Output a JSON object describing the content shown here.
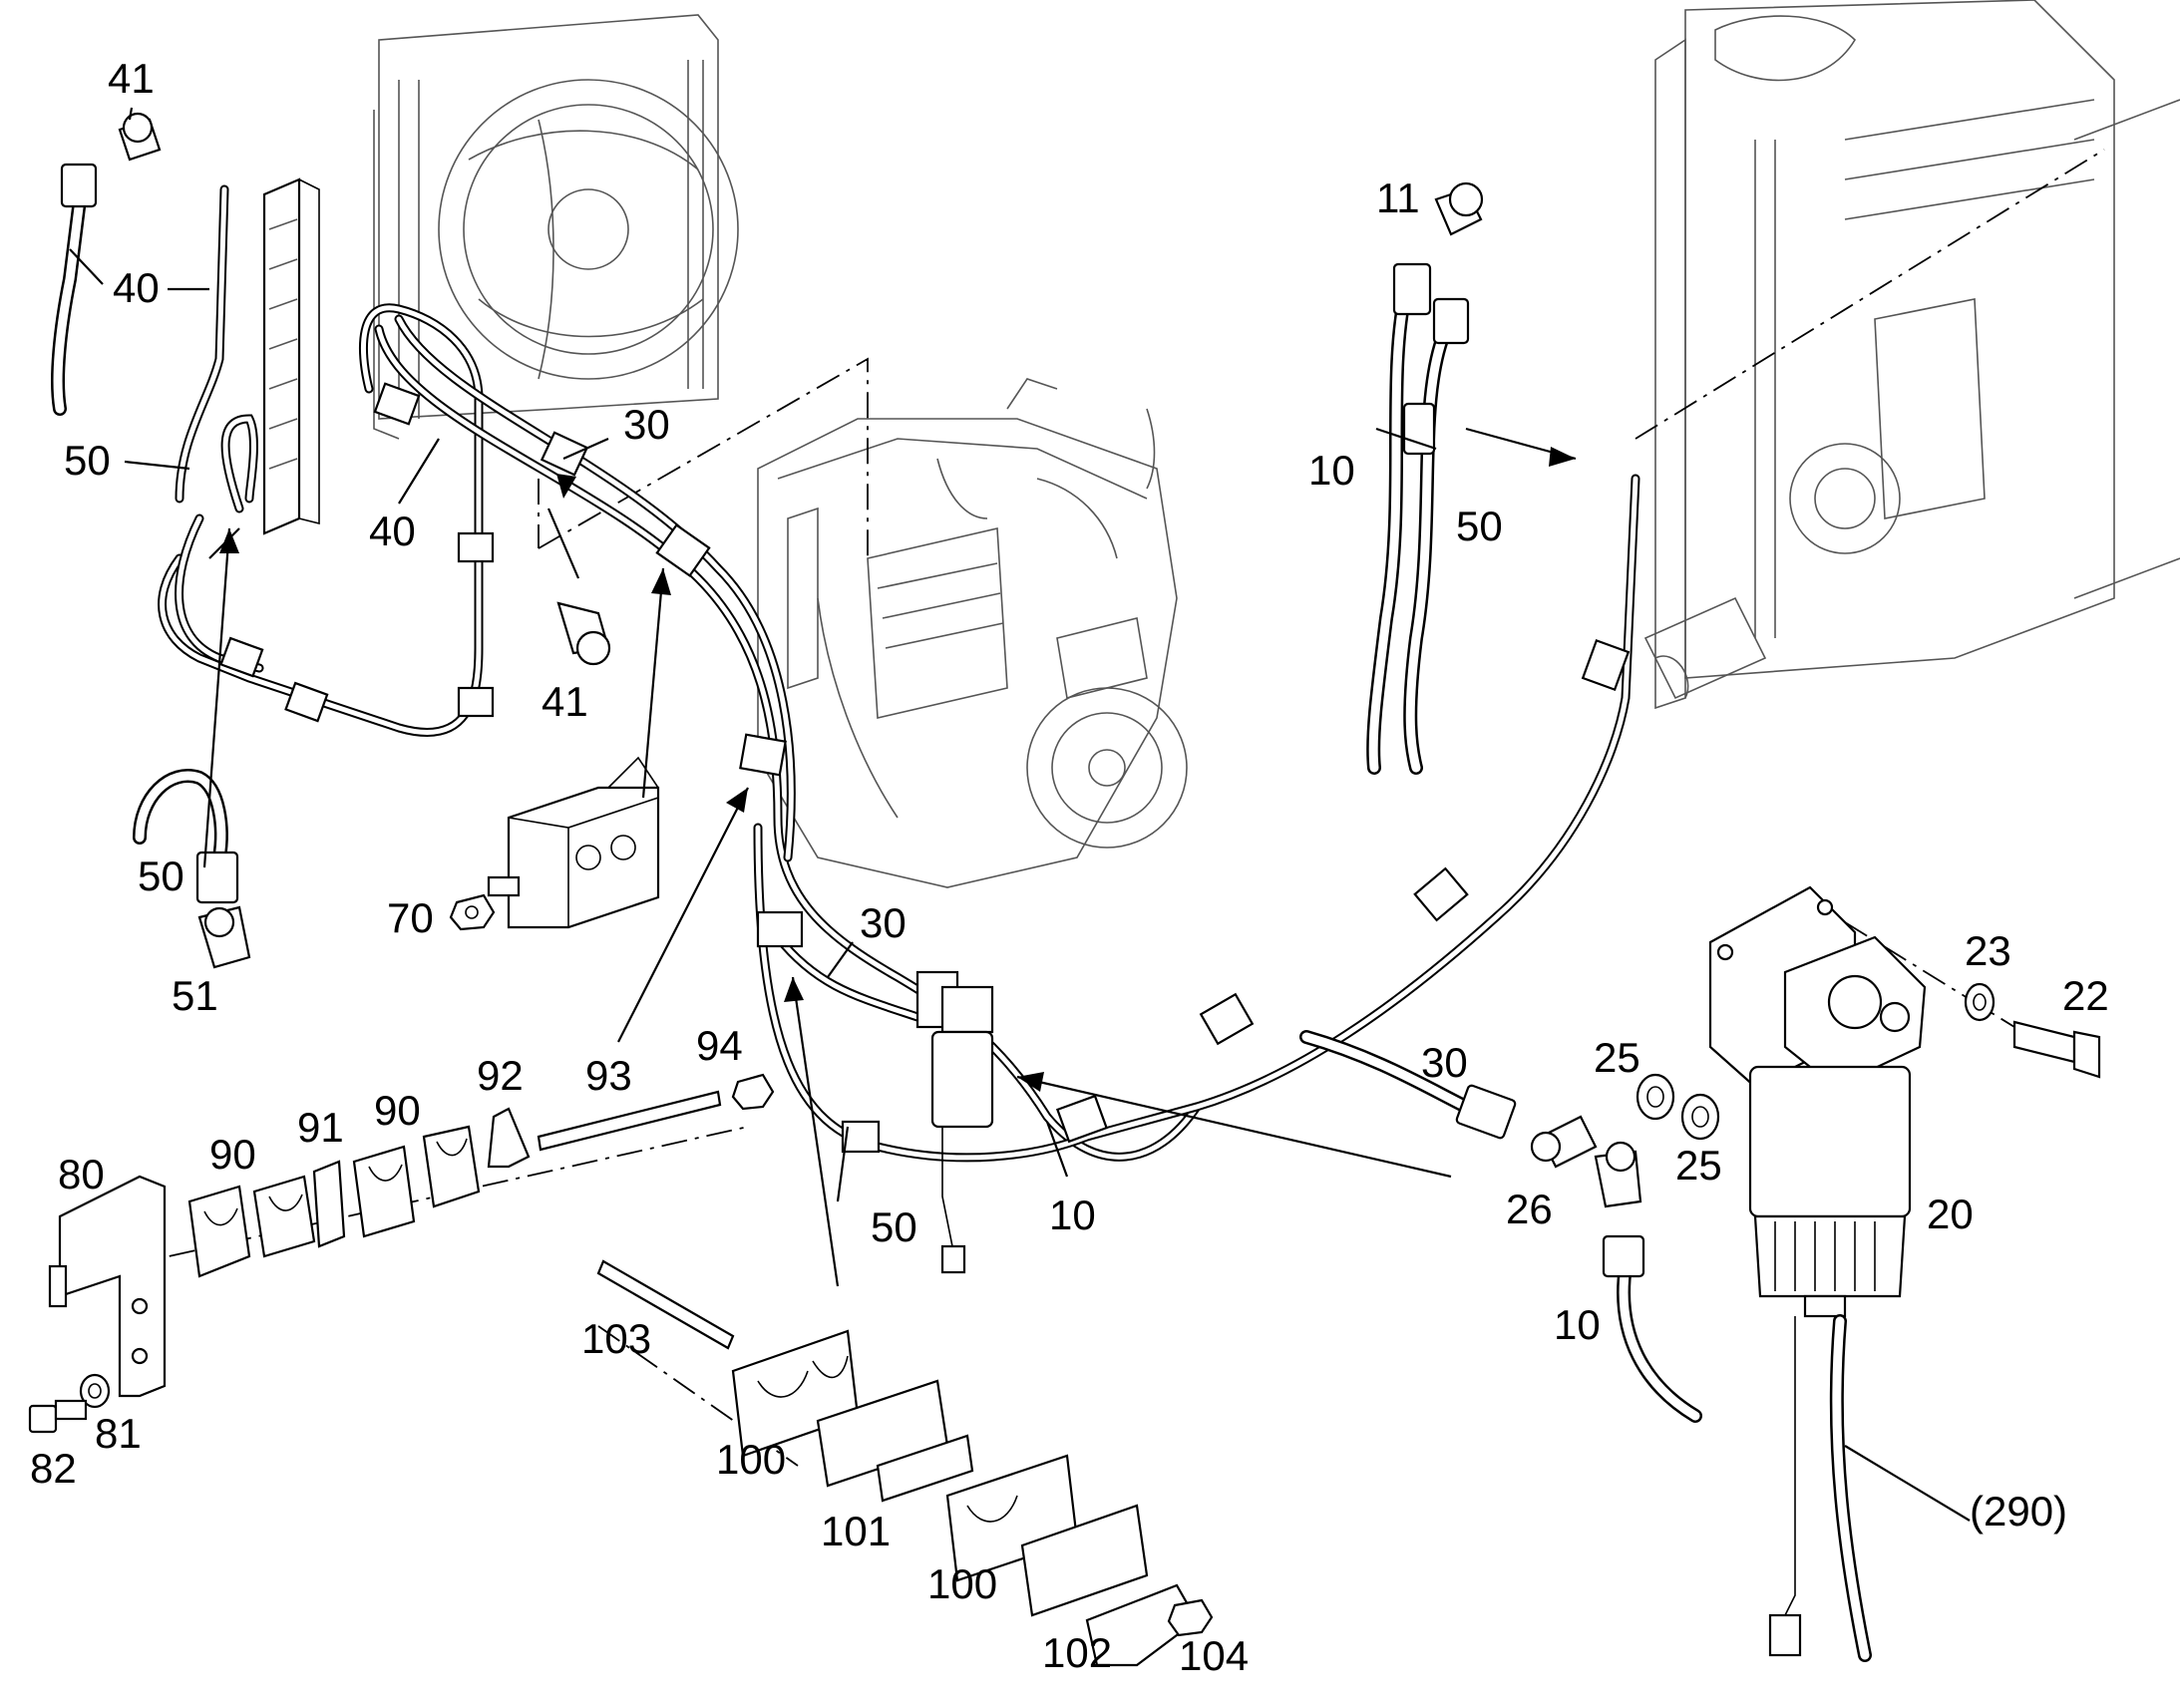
{
  "diagram": {
    "callouts": [
      {
        "id": "c41a",
        "text": "41"
      },
      {
        "id": "c40a",
        "text": "40"
      },
      {
        "id": "c50a",
        "text": "50"
      },
      {
        "id": "c40b",
        "text": "40"
      },
      {
        "id": "c30a",
        "text": "30"
      },
      {
        "id": "c41b",
        "text": "41"
      },
      {
        "id": "c50b",
        "text": "50"
      },
      {
        "id": "c51",
        "text": "51"
      },
      {
        "id": "c70",
        "text": "70"
      },
      {
        "id": "c11",
        "text": "11"
      },
      {
        "id": "c10a",
        "text": "10"
      },
      {
        "id": "c50c",
        "text": "50"
      },
      {
        "id": "c30b",
        "text": "30"
      },
      {
        "id": "c93",
        "text": "93"
      },
      {
        "id": "c94",
        "text": "94"
      },
      {
        "id": "c92",
        "text": "92"
      },
      {
        "id": "c90a",
        "text": "90"
      },
      {
        "id": "c91",
        "text": "91"
      },
      {
        "id": "c90b",
        "text": "90"
      },
      {
        "id": "c80",
        "text": "80"
      },
      {
        "id": "c50d",
        "text": "50"
      },
      {
        "id": "c10b",
        "text": "10"
      },
      {
        "id": "c30c",
        "text": "30"
      },
      {
        "id": "c25a",
        "text": "25"
      },
      {
        "id": "c25b",
        "text": "25"
      },
      {
        "id": "c26",
        "text": "26"
      },
      {
        "id": "c23",
        "text": "23"
      },
      {
        "id": "c22",
        "text": "22"
      },
      {
        "id": "c20",
        "text": "20"
      },
      {
        "id": "c10c",
        "text": "10"
      },
      {
        "id": "c290",
        "text": "(290)"
      },
      {
        "id": "c103",
        "text": "103"
      },
      {
        "id": "c100a",
        "text": "100"
      },
      {
        "id": "c101",
        "text": "101"
      },
      {
        "id": "c100b",
        "text": "100"
      },
      {
        "id": "c102",
        "text": "102"
      },
      {
        "id": "c104",
        "text": "104"
      },
      {
        "id": "c81",
        "text": "81"
      },
      {
        "id": "c82",
        "text": "82"
      }
    ]
  }
}
